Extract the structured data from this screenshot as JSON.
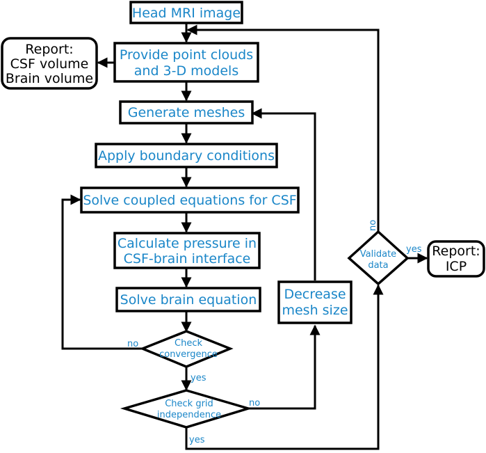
{
  "colors": {
    "text": "#1a86c8",
    "stroke": "#000000",
    "report_text": "#000000",
    "background": "#ffffff"
  },
  "nodes": {
    "head_mri": "Head MRI image",
    "provide_line1": "Provide point clouds",
    "provide_line2": "and 3-D models",
    "report_volumes_line1": "Report:",
    "report_volumes_line2": "CSF volume",
    "report_volumes_line3": "Brain volume",
    "generate_meshes": "Generate meshes",
    "apply_bc": "Apply boundary conditions",
    "solve_csf": "Solve coupled equations for CSF",
    "calc_pressure_line1": "Calculate pressure in",
    "calc_pressure_line2": "CSF-brain interface",
    "solve_brain": "Solve brain equation",
    "check_conv_line1": "Check",
    "check_conv_line2": "convergence",
    "check_grid_line1": "Check grid",
    "check_grid_line2": "independence",
    "decrease_line1": "Decrease",
    "decrease_line2": "mesh size",
    "validate_line1": "Validate",
    "validate_line2": "data",
    "report_icp_line1": "Report:",
    "report_icp_line2": "ICP"
  },
  "edge_labels": {
    "conv_no": "no",
    "conv_yes": "yes",
    "grid_no": "no",
    "grid_yes": "yes",
    "validate_no": "no",
    "validate_yes": "yes"
  }
}
